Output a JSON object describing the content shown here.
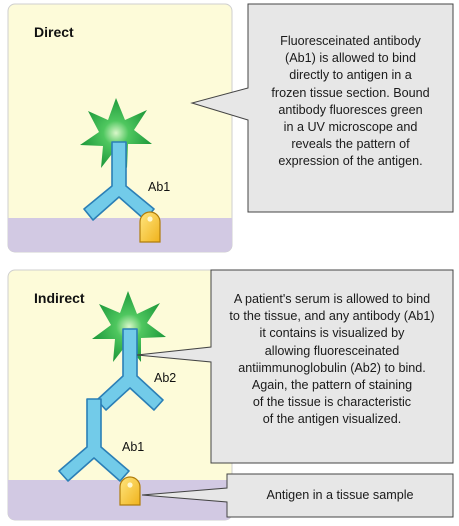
{
  "direct": {
    "title": "Direct",
    "antibody_label": "Ab1",
    "description": "Fluoresceinated antibody\n(Ab1) is allowed to bind\ndirectly to antigen in a\nfrozen tissue section. Bound\nantibody fluoresces green\nin a UV microscope and\nreveals the pattern of\nexpression of the antigen."
  },
  "indirect": {
    "title": "Indirect",
    "primary_label": "Ab1",
    "secondary_label": "Ab2",
    "description": "A patient's serum is allowed to bind\nto the tissue, and any antibody (Ab1)\nit contains is visualized by\nallowing fluoresceinated\nantiimmunoglobulin (Ab2) to bind.\nAgain, the pattern of staining\nof the tissue is characteristic\nof the antigen visualized."
  },
  "antigen_caption": "Antigen in a tissue sample",
  "colors": {
    "panel_bg": "#fdfbd9",
    "tissue": "#d2c9e3",
    "antibody_fill": "#72cbe9",
    "antibody_stroke": "#2b7fb6",
    "fluorescence": "#2fae4a",
    "antigen": "#f7c630",
    "callout_bg": "#e7e7e7"
  }
}
